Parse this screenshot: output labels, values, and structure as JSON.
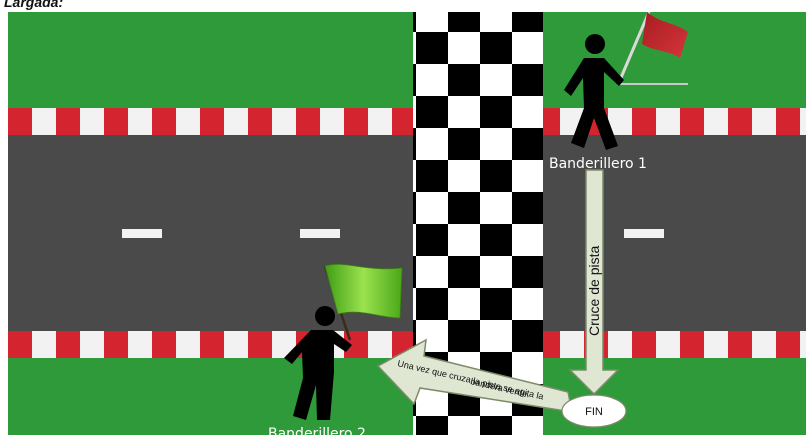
{
  "header": {
    "title": "Largada:"
  },
  "flagman_1": {
    "label": "Banderillero 1",
    "flag_color": "#c0272d",
    "icon": "person-with-red-flag-icon"
  },
  "flagman_2": {
    "label": "Banderillero 2",
    "flag_color": "#66cc1a",
    "icon": "person-with-green-flag-icon"
  },
  "arrows": {
    "crossing_label": "Cruce de pista",
    "return_label_line1": "Una vez que cruza la pista se agita la",
    "return_label_line2": "bandera verde."
  },
  "finish_marker": {
    "label": "FIN"
  },
  "colors": {
    "grass": "#2f9a3a",
    "asphalt": "#4a4a4a",
    "curb_red": "#d3242f",
    "curb_white": "#f2f2f2",
    "arrow_fill": "#dfe6d2",
    "arrow_stroke": "#7d8a6a"
  }
}
